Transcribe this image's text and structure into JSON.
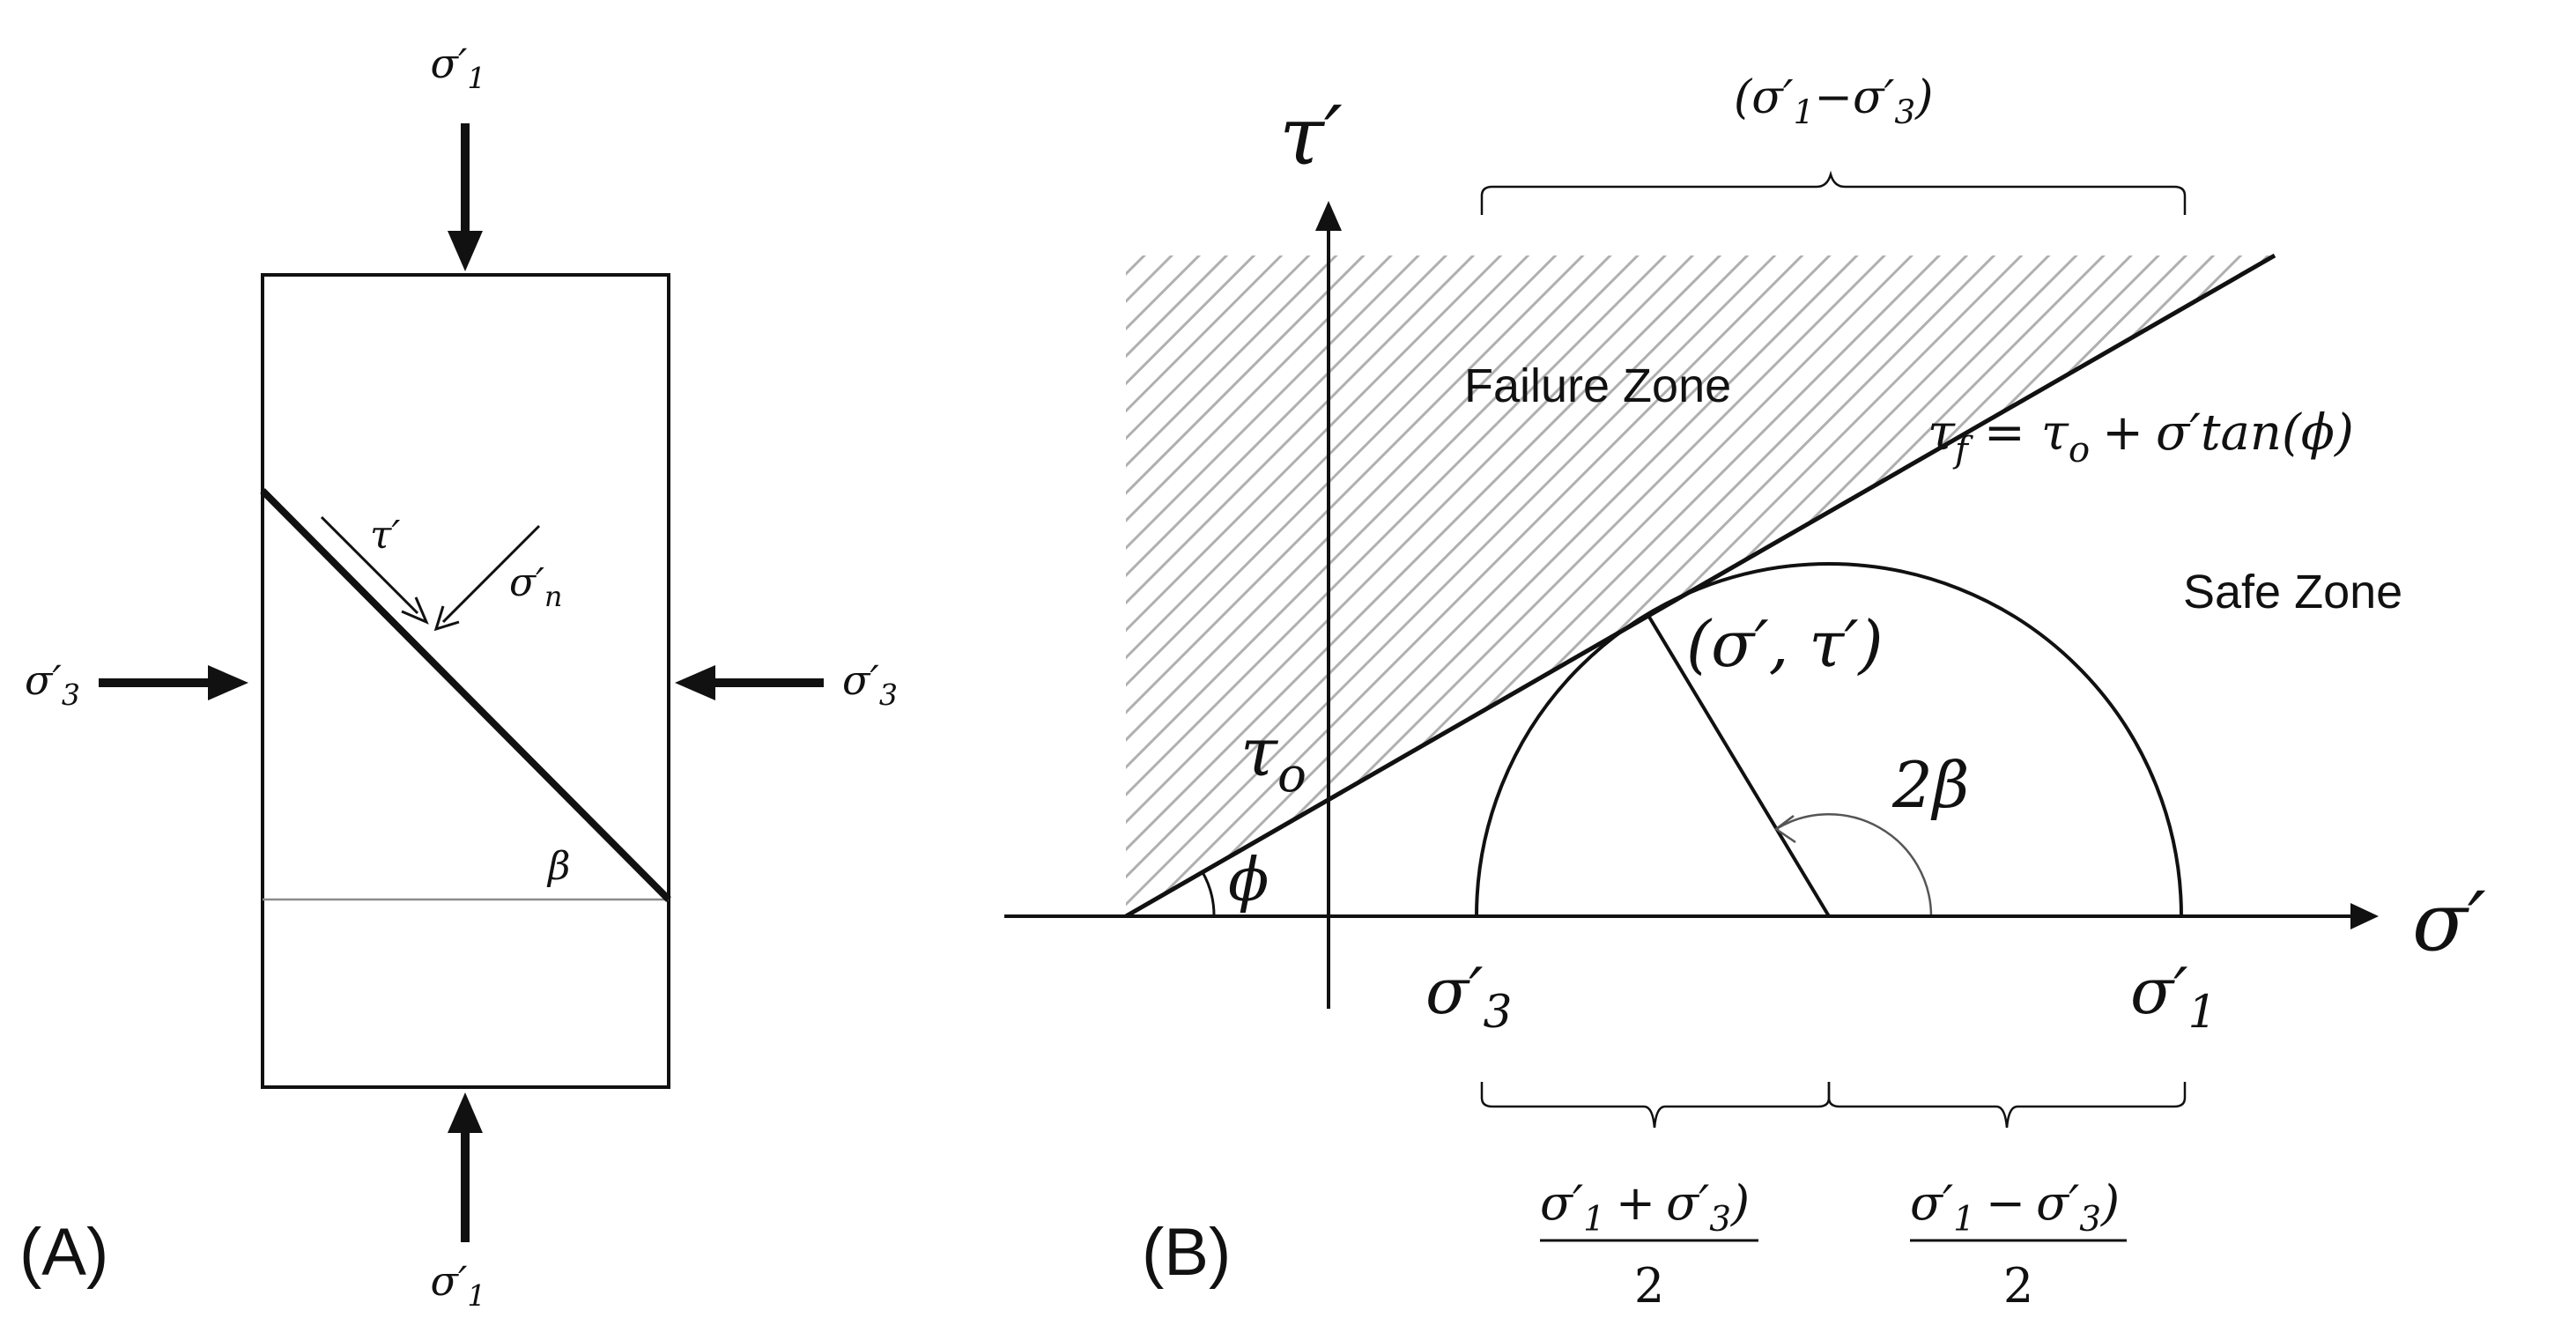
{
  "panel_a": {
    "panel_label": "(A)",
    "load_top": {
      "base": "σ",
      "prime": "′",
      "sub": "1"
    },
    "load_bottom": {
      "base": "σ",
      "prime": "′",
      "sub": "1"
    },
    "load_left": {
      "base": "σ",
      "prime": "′",
      "sub": "3"
    },
    "load_right": {
      "base": "σ",
      "prime": "′",
      "sub": "3"
    },
    "shear_on_plane": {
      "base": "τ",
      "prime": "′"
    },
    "normal_on_plane": {
      "base": "σ",
      "prime": "′",
      "sub": "n"
    },
    "plane_angle": "β"
  },
  "panel_b": {
    "panel_label": "(B)",
    "y_axis": {
      "base": "τ",
      "prime": "′"
    },
    "x_axis": {
      "base": "σ",
      "prime": "′"
    },
    "failure_zone": "Failure Zone",
    "safe_zone": "Safe Zone",
    "envelope_equation": {
      "lhs_base": "τ",
      "lhs_sub": "f",
      "eq": "=",
      "c_base": "τ",
      "c_sub": "o",
      "plus": "+",
      "sigma": "σ",
      "prime": "′",
      "func": "tan",
      "open": "(",
      "phi": "ϕ",
      "close": ")"
    },
    "intercept": {
      "base": "τ",
      "sub": "o"
    },
    "friction_angle": "ϕ",
    "double_angle": "2β",
    "stress_point": "(σ′, τ′)",
    "x_tick_s3": {
      "base": "σ",
      "prime": "′",
      "sub": "3"
    },
    "x_tick_s1": {
      "base": "σ",
      "prime": "′",
      "sub": "1"
    },
    "diameter_brace": {
      "open": "(",
      "a": "σ",
      "a_prime": "′",
      "a_sub": "1",
      "op": "−",
      "b": "σ",
      "b_prime": "′",
      "b_sub": "3",
      "close": ")"
    },
    "center_fraction": {
      "a": "σ",
      "a_prime": "′",
      "a_sub": "1",
      "op": "+",
      "b": "σ",
      "b_prime": "′",
      "b_sub": "3",
      "close": ")",
      "denominator": "2"
    },
    "radius_fraction": {
      "a": "σ",
      "a_prime": "′",
      "a_sub": "1",
      "op": "−",
      "b": "σ",
      "b_prime": "′",
      "b_sub": "3",
      "close": ")",
      "denominator": "2"
    }
  }
}
